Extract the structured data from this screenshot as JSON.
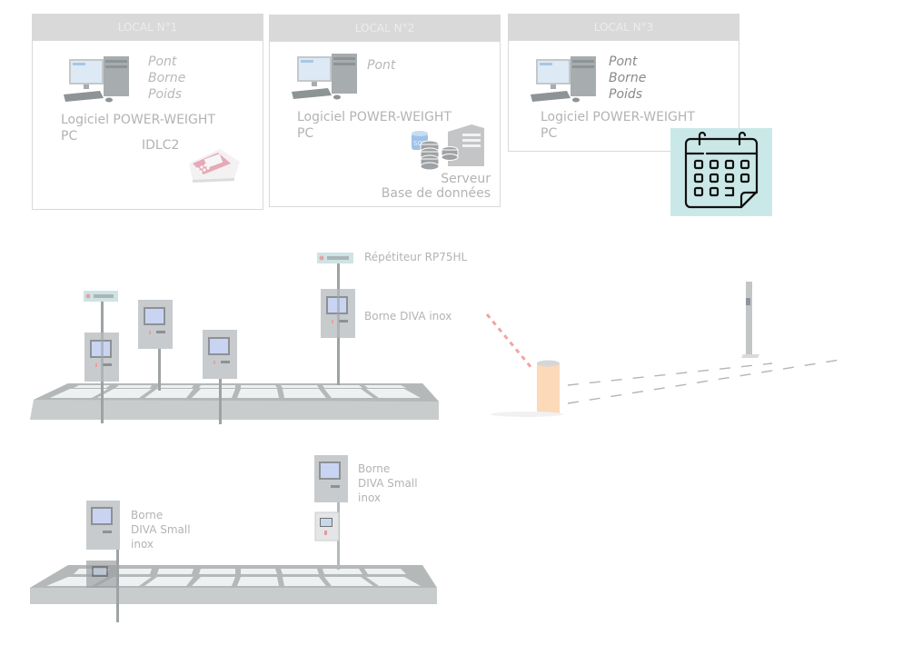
{
  "locals": [
    {
      "title": "LOCAL N°1",
      "roles": [
        "Pont",
        "Borne",
        "Poids"
      ],
      "software_line1": "Logiciel POWER-WEIGHT",
      "software_line2": "PC",
      "device_label": "IDLC2"
    },
    {
      "title": "LOCAL N°2",
      "roles": [
        "Pont"
      ],
      "software_line1": "Logiciel POWER-WEIGHT",
      "software_line2": "PC",
      "server_label_1": "Serveur",
      "server_label_2": "Base de données",
      "db_badge": "SQL"
    },
    {
      "title": "LOCAL N°3",
      "roles": [
        "Pont",
        "Borne",
        "Poids"
      ],
      "software_line1": "Logiciel POWER-WEIGHT",
      "software_line2": "PC"
    }
  ],
  "calendar": {
    "icon": "calendar-icon",
    "background": "#cbe8e8"
  },
  "scene1": {
    "repeater_label": "Répétiteur RP75HL",
    "terminal_label": "Borne DIVA inox"
  },
  "scene2": {
    "left_label": [
      "Borne",
      "DIVA Small",
      "inox"
    ],
    "right_label": [
      "Borne",
      "DIVA Small",
      "inox"
    ]
  },
  "colors": {
    "header_bg": "#d9d9d9",
    "text": "#b3b3b3",
    "barrier_body": "#fcd9b8",
    "barrier_arm": "#f4a3a3",
    "platform": "#c9cccc"
  }
}
